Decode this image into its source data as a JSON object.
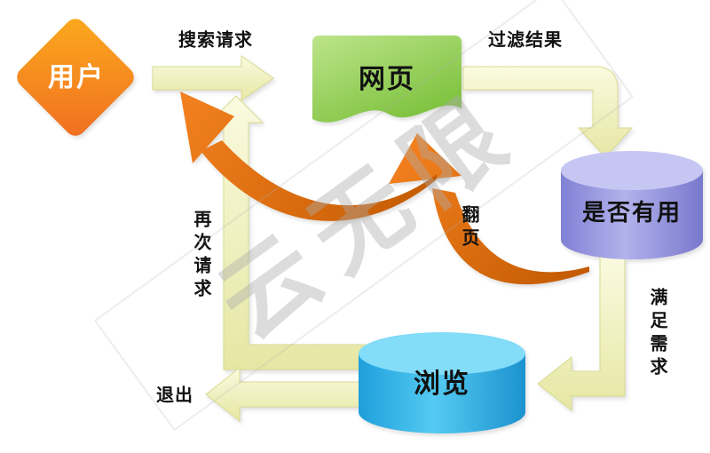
{
  "watermark": {
    "text": "云无限"
  },
  "nodes": {
    "user": {
      "label": "用户"
    },
    "webpage": {
      "label": "网页"
    },
    "useful": {
      "label": "是否有用"
    },
    "browse": {
      "label": "浏览"
    }
  },
  "edges": {
    "search_request": {
      "label": "搜索请求"
    },
    "filter_result": {
      "label": "过滤结果"
    },
    "page_turn": {
      "label": "翻页"
    },
    "re_request": {
      "label": "再次请求"
    },
    "satisfy_need": {
      "label": "满足需求"
    },
    "exit": {
      "label": "退出"
    }
  },
  "colors": {
    "user_diamond": "#F7941E",
    "webpage_green": "#8DC63F",
    "useful_purple": "#9B9BE0",
    "browse_blue": "#29AEE3",
    "arrow_yellow": "#EFEFB8",
    "swoosh_orange": "#E87511",
    "watermark_gray": "#ACACAC"
  }
}
